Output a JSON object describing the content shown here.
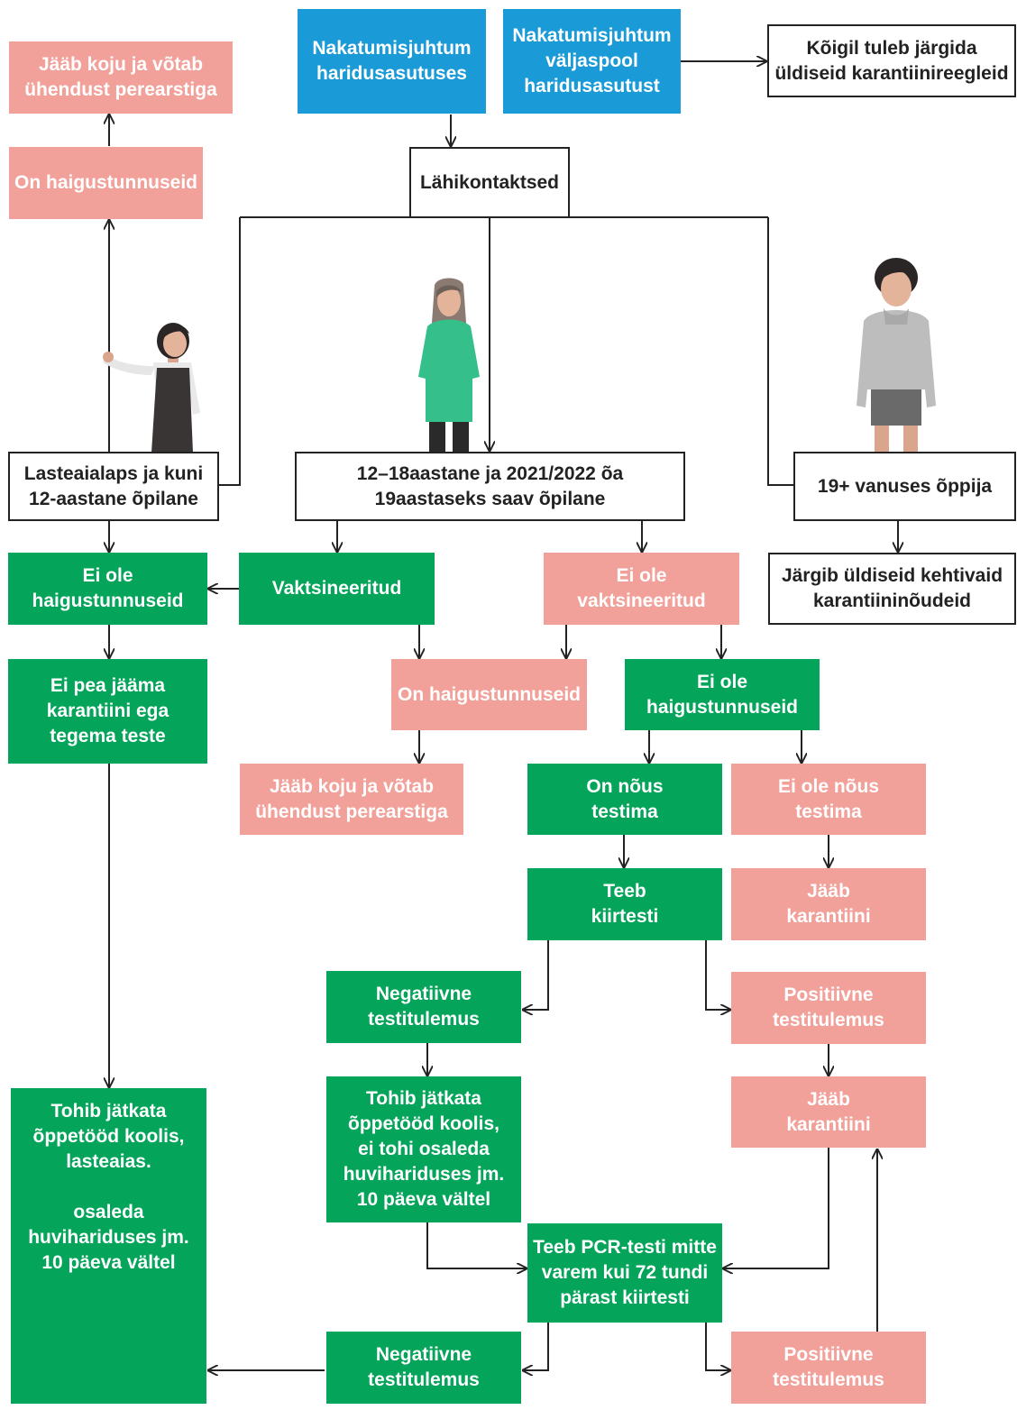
{
  "colors": {
    "blue": "#1a9ad6",
    "green": "#04a45a",
    "pink": "#f2a09a",
    "outline": "#222222"
  },
  "nodes": {
    "stay_home_top": "Jääb koju ja võtab\nühendust perearstiga",
    "case_in_school": "Nakatumisjuhtum\nharidusasutuses",
    "case_outside_school": "Nakatumisjuhtum\nväljaspool\nharidusasutust",
    "general_quarantine": "Kõigil tuleb järgida\nüldiseid karantiinireegleid",
    "symptoms_top": "On haigustunnuseid",
    "close_contacts": "Lähikontaktsed",
    "group_child": "Lasteaialaps ja kuni\n12-aastane õpilane",
    "group_teen": "12–18aastane ja 2021/2022 õa\n19aastaseks saav õpilane",
    "group_adult": "19+ vanuses õppija",
    "no_symptoms_left": "Ei ole\nhaigustunnuseid",
    "vaccinated": "Vaktsineeritud",
    "not_vaccinated": "Ei ole\nvaktsineeritud",
    "adult_rules": "Järgib üldiseid kehtivaid\nkarantiininõudeid",
    "no_quarantine": "Ei pea jääma\nkarantiini ega\ntegema teste",
    "symptoms_mid": "On haigustunnuseid",
    "no_symptoms_right": "Ei ole\nhaigustunnuseid",
    "stay_home_mid": "Jääb koju ja võtab\nühendust perearstiga",
    "agrees_test": "On nõus\ntestima",
    "refuses_test": "Ei ole nõus\ntestima",
    "rapid_test": "Teeb\nkiirtesti",
    "quarantine_1": "Jääb\nkarantiini",
    "negative_1": "Negatiivne\ntestitulemus",
    "positive_1": "Positiivne\ntestitulemus",
    "continue_child": "Tohib jätkata\nõppetööd koolis,\nlasteaias.\n\nosaleda\nhuvihariduses jm.\n10 päeva vältel",
    "continue_teen": "Tohib jätkata\nõppetööd koolis,\nei tohi osaleda\nhuvihariduses jm.\n10 päeva vältel",
    "quarantine_2": "Jääb\nkarantiini",
    "pcr_test": "Teeb PCR-testi mitte\nvarem kui 72 tundi\npärast kiirtesti",
    "negative_2": "Negatiivne\ntestitulemus",
    "positive_2": "Positiivne\ntestitulemus"
  }
}
